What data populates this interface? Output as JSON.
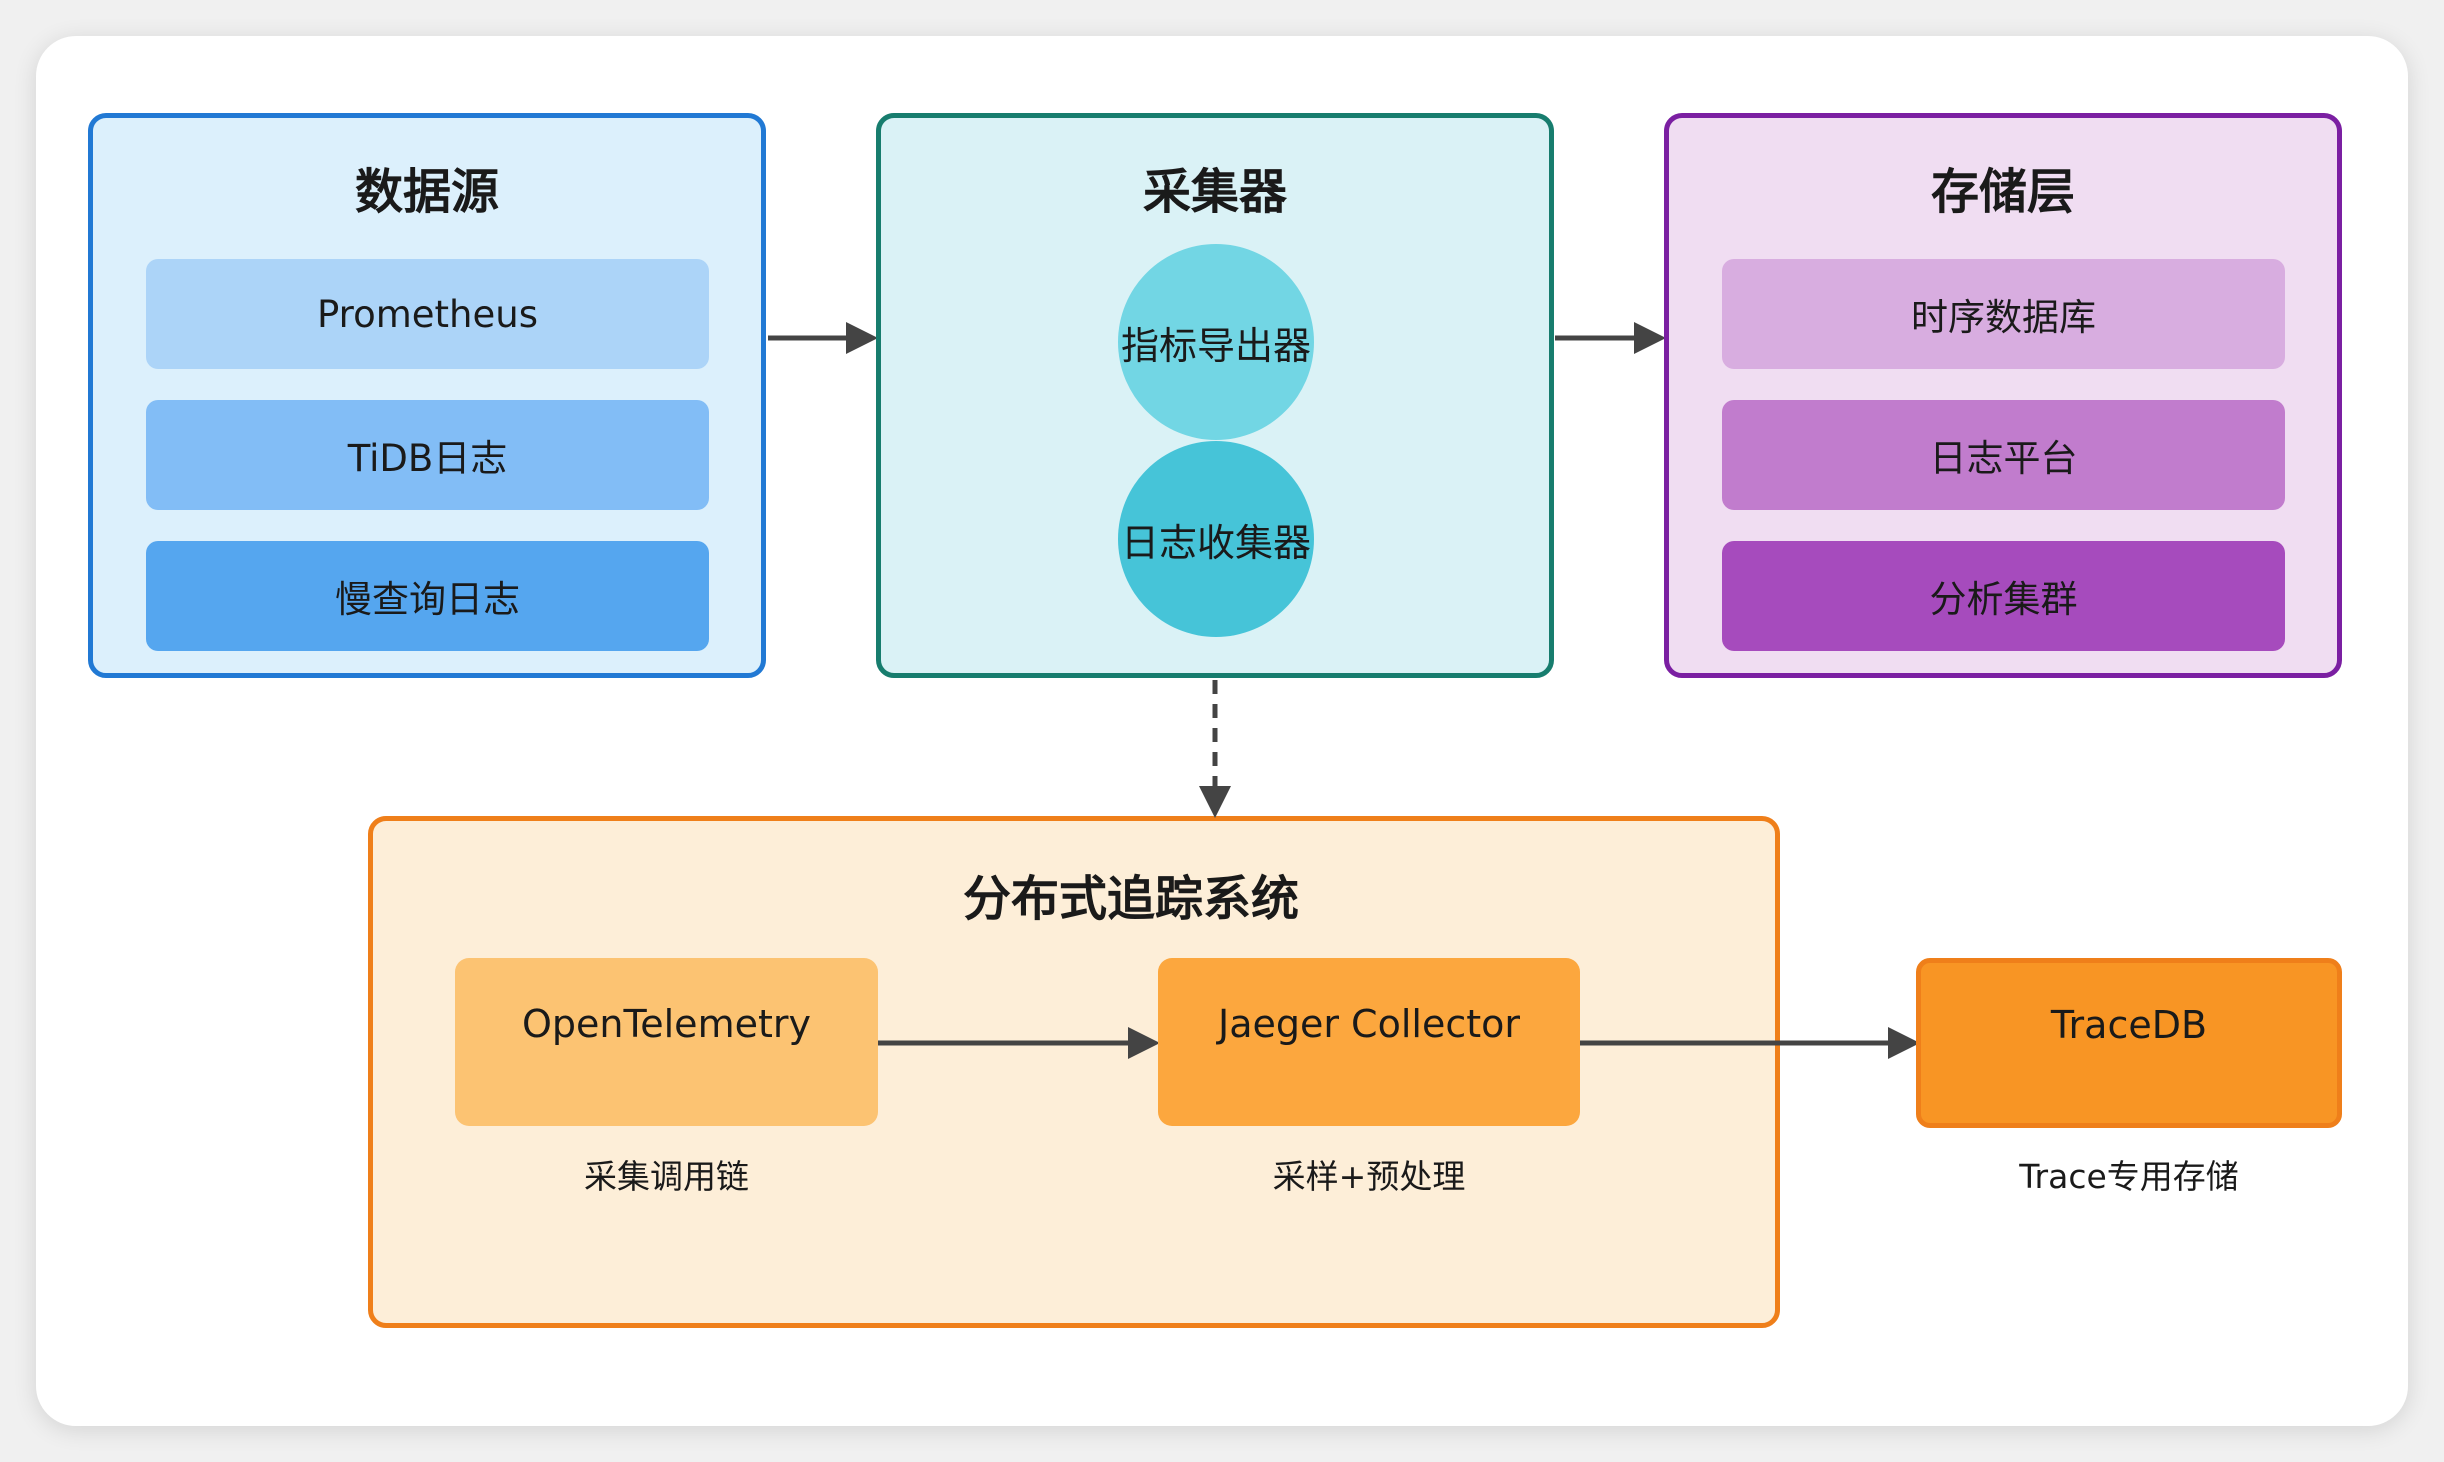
{
  "sources": {
    "title": "数据源",
    "items": [
      "Prometheus",
      "TiDB日志",
      "慢查询日志"
    ]
  },
  "collector": {
    "title": "采集器",
    "circles": [
      "指标导出器",
      "日志收集器"
    ]
  },
  "storage": {
    "title": "存储层",
    "items": [
      "时序数据库",
      "日志平台",
      "分析集群"
    ]
  },
  "tracing": {
    "title": "分布式追踪系统",
    "otel": "OpenTelemetry",
    "otel_note": "采集调用链",
    "jaeger": "Jaeger Collector",
    "jaeger_note": "采样+预处理"
  },
  "tracedb": {
    "label": "TraceDB",
    "note": "Trace专用存储"
  },
  "colors": {
    "blue_border": "#2179d4",
    "teal_border": "#177d6e",
    "purple_border": "#7b1fa2",
    "orange_border": "#ef7f1a"
  }
}
